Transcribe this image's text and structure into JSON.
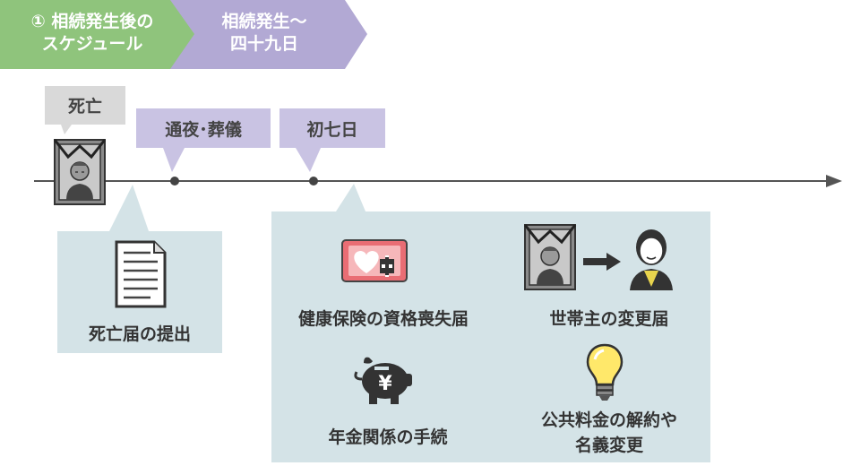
{
  "header": {
    "step1_line1": "① 相続発生後の",
    "step1_line2": "スケジュール",
    "step2_line1": "相続発生～",
    "step2_line2": "四十九日"
  },
  "timeline": {
    "events": [
      {
        "label": "死亡"
      },
      {
        "label": "通夜･葬儀"
      },
      {
        "label": "初七日"
      }
    ]
  },
  "death_box": {
    "item": {
      "label": "死亡届の提出",
      "icon": "document-icon"
    }
  },
  "procedures": {
    "items": [
      {
        "label": "健康保険の資格喪失届",
        "icon": "health-insurance-card-icon"
      },
      {
        "label": "世帯主の変更届",
        "icon": "household-head-change-icon"
      },
      {
        "label": "年金関係の手続",
        "icon": "piggy-bank-yen-icon"
      },
      {
        "label_line1": "公共料金の解約や",
        "label_line2": "名義変更",
        "icon": "light-bulb-icon"
      }
    ]
  },
  "colors": {
    "step1": "#8fc47c",
    "step2": "#b2a9d4",
    "grey_tag": "#d9d9d9",
    "purple_tag": "#c9c3e3",
    "box": "#d4e3e7",
    "line": "#555555",
    "health_card": "#e96d74",
    "bulb": "#ffe86a"
  }
}
